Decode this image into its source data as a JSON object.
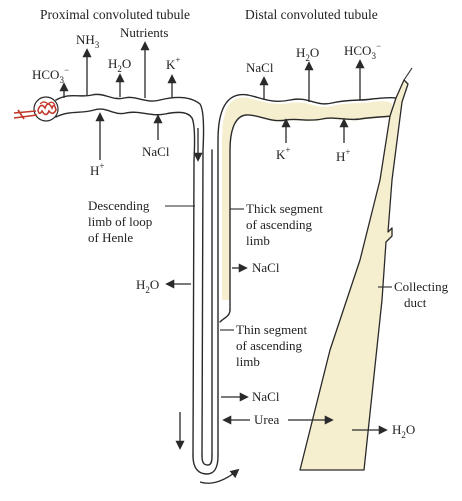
{
  "headings": {
    "proximal": "Proximal convoluted tubule",
    "distal": "Distal convoluted tubule"
  },
  "proximal": {
    "nh3": "NH",
    "nh3_sub": "3",
    "nutrients": "Nutrients",
    "h2o_left": "H",
    "h2o_left_sub": "2",
    "h2o_left_tail": "O",
    "k_plus": "K",
    "k_plus_sup": "+",
    "hco3_left": "HCO",
    "hco3_left_sub": "3",
    "hco3_left_sup": "−",
    "nacl": "NaCl",
    "h_plus": "H",
    "h_plus_sup": "+"
  },
  "distal": {
    "nacl": "NaCl",
    "h2o": "H",
    "h2o_sub": "2",
    "h2o_tail": "O",
    "hco3": "HCO",
    "hco3_sub": "3",
    "hco3_sup": "−",
    "k_plus": "K",
    "k_plus_sup": "+",
    "h_plus": "H",
    "h_plus_sup": "+"
  },
  "loop": {
    "descending_line1": "Descending",
    "descending_line2": "limb of loop",
    "descending_line3": "of Henle",
    "thick_line1": "Thick segment",
    "thick_line2": "of ascending",
    "thick_line3": "limb",
    "nacl_thick": "NaCl",
    "h2o": "H",
    "h2o_sub": "2",
    "h2o_tail": "O",
    "thin_line1": "Thin segment",
    "thin_line2": "of ascending",
    "thin_line3": "limb",
    "nacl_thin": "NaCl",
    "urea": "Urea"
  },
  "collecting": {
    "label_line1": "Collecting",
    "label_line2": "duct",
    "h2o": "H",
    "h2o_sub": "2",
    "h2o_tail": "O"
  },
  "colors": {
    "tube_fill": "#f6efcf",
    "glomerulus": "#c0392b",
    "ink": "#2a2a2a"
  }
}
